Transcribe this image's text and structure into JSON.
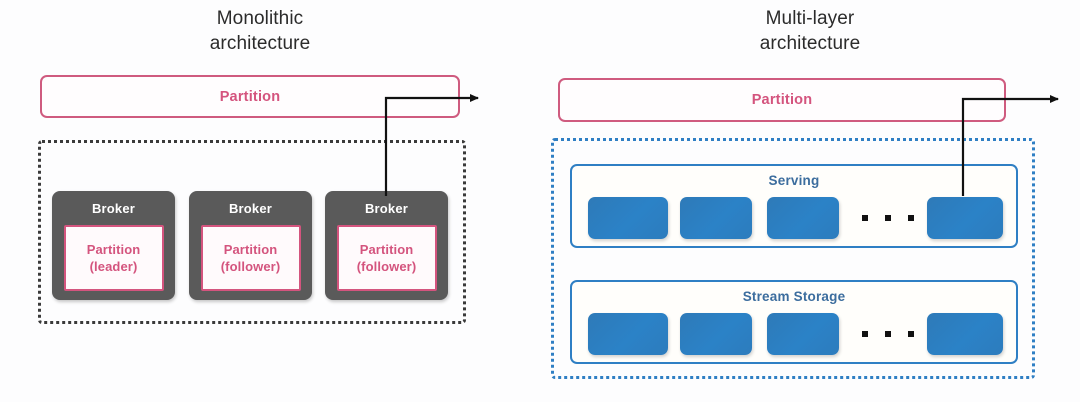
{
  "panels": {
    "left": {
      "title_line1": "Monolithic",
      "title_line2": "architecture",
      "partition_label": "Partition",
      "brokers": [
        {
          "label": "Broker",
          "partition_line1": "Partition",
          "partition_line2": "(leader)"
        },
        {
          "label": "Broker",
          "partition_line1": "Partition",
          "partition_line2": "(follower)"
        },
        {
          "label": "Broker",
          "partition_line1": "Partition",
          "partition_line2": "(follower)"
        }
      ]
    },
    "right": {
      "title_line1": "Multi-layer",
      "title_line2": "architecture",
      "partition_label": "Partition",
      "layers": [
        {
          "title": "Serving",
          "tile_count": 4,
          "ellipsis": "..."
        },
        {
          "title": "Stream Storage",
          "tile_count": 4,
          "ellipsis": "..."
        }
      ]
    }
  },
  "colors": {
    "partition_pink": "#d4547e",
    "partition_border": "#cf5b7f",
    "broker_gray": "#5a5a5a",
    "tile_blue": "#2b82c7",
    "layer_border_blue": "#2f7fc4",
    "layer_title_blue": "#3c6d9e",
    "cluster_dotted_dark": "#3a3a3a",
    "cluster_dotted_blue": "#2f7fc4",
    "arrow_black": "#111111",
    "background": "#fdfdfe"
  }
}
